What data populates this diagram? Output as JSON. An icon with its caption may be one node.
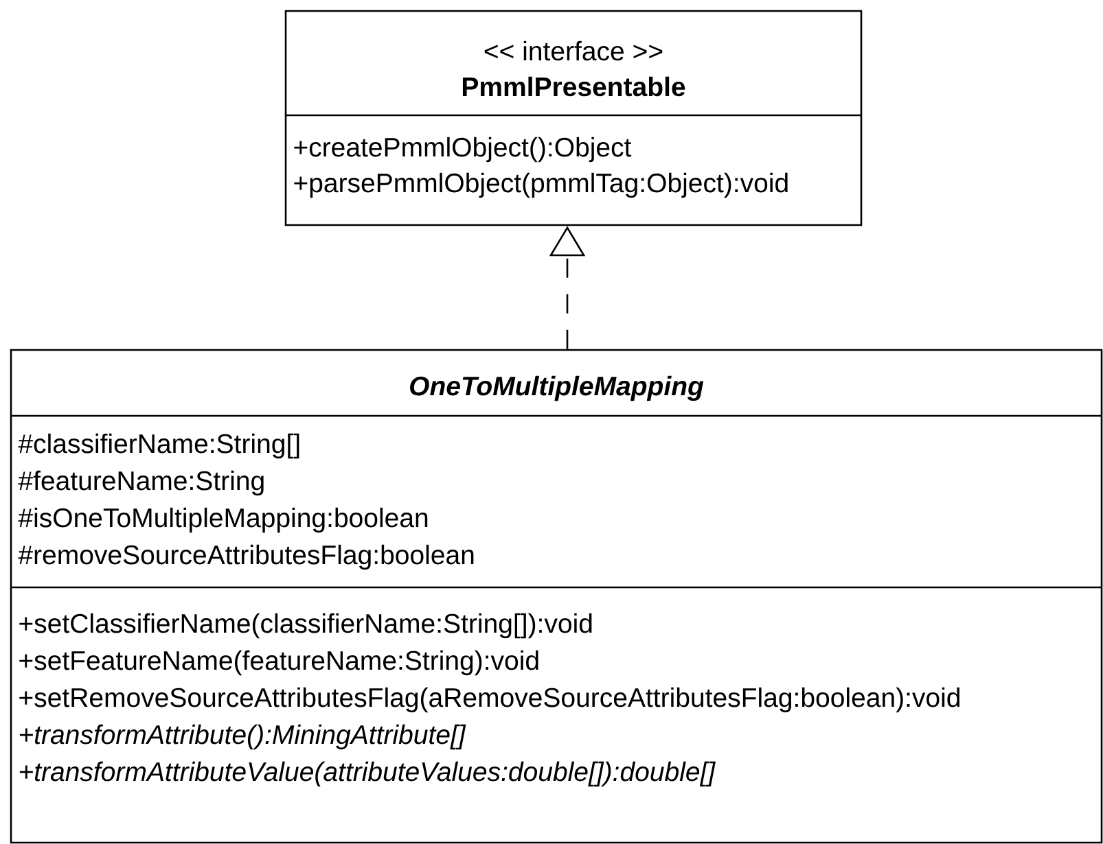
{
  "diagram": {
    "nodes": [
      {
        "text": [
          "<< interface >>",
          "PmmlPresentable",
          "+createPmmlObject():Object",
          "+parsePmmlObject(pmmlTag:Object):void"
        ]
      },
      {
        "text": [
          "OneToMultipleMapping",
          "#classifierName:String[]",
          "#featureName:String",
          "#isOneToMultipleMapping:boolean",
          "#removeSourceAttributesFlag:boolean",
          "+setClassifierName(classifierName:String[]):void",
          "+setFeatureName(featureName:String):void",
          "+setRemoveSourceAttributesFlag(aRemoveSourceAttributesFlag:boolean):void",
          "+transformAttribute():MiningAttribute[]",
          "+transformAttributeValue(attributeValues:double[]):double[]"
        ]
      }
    ],
    "edges": [
      {
        "from": 1,
        "to": 0,
        "arrow": "to",
        "style": "dashed"
      }
    ]
  }
}
